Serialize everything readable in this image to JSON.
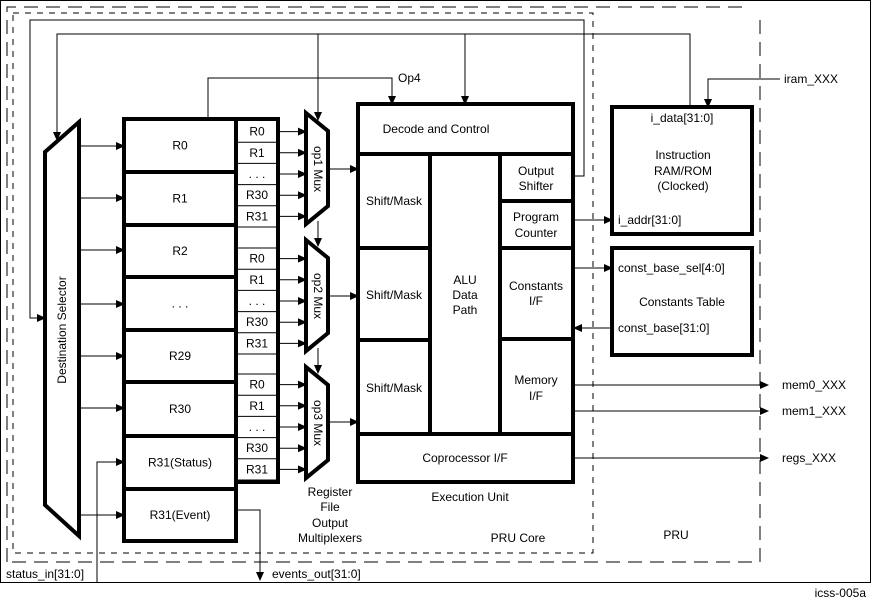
{
  "pru_label": "PRU",
  "pru_core_label": "PRU Core",
  "figure_id": "icss-005a",
  "destination_selector": "Destination Selector",
  "registers": [
    "R0",
    "R1",
    "R2",
    ". . .",
    "R29",
    "R30",
    "R31(Status)",
    "R31(Event)"
  ],
  "mux_inputs": [
    "R0",
    "R1",
    ". . .",
    "R30",
    "R31"
  ],
  "muxes": [
    "op1 Mux",
    "op2 Mux",
    "op3 Mux"
  ],
  "mux_caption": [
    "Register",
    "File",
    "Output",
    "Multiplexers"
  ],
  "execution_unit": {
    "title": "Execution Unit",
    "decode": "Decode and Control",
    "shift_mask": "Shift/Mask",
    "alu": [
      "ALU",
      "Data",
      "Path"
    ],
    "output_shifter": [
      "Output",
      "Shifter"
    ],
    "program_counter": [
      "Program",
      "Counter"
    ],
    "constants_if": [
      "Constants",
      "I/F"
    ],
    "memory_if": [
      "Memory",
      "I/F"
    ],
    "coprocessor_if": "Coprocessor I/F"
  },
  "instruction_ram": {
    "i_data": "i_data[31:0]",
    "title": [
      "Instruction",
      "RAM/ROM",
      "(Clocked)"
    ],
    "i_addr": "i_addr[31:0]"
  },
  "constants_table": {
    "sel": "const_base_sel[4:0]",
    "title": "Constants Table",
    "base": "const_base[31:0]"
  },
  "signals": {
    "op4": "Op4",
    "iram": "iram_XXX",
    "mem0": "mem0_XXX",
    "mem1": "mem1_XXX",
    "regs": "regs_XXX",
    "status_in": "status_in[31:0]",
    "events_out": "events_out[31:0]"
  }
}
